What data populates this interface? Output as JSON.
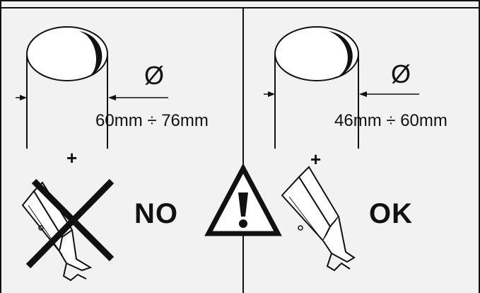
{
  "left_panel": {
    "diameter_symbol": "Ø",
    "range_text": "60mm ÷  76mm",
    "plus_symbol": "+",
    "verdict": "NO"
  },
  "right_panel": {
    "diameter_symbol": "Ø",
    "range_text": "46mm ÷  60mm",
    "plus_symbol": "+",
    "verdict": "OK"
  },
  "colors": {
    "background": "#f2f2f2",
    "line": "#111111",
    "warning_fill": "#ffffff"
  },
  "icons": [
    "pole-icon",
    "dimension-arrow-icon",
    "bracket-icon",
    "cross-out-icon",
    "warning-triangle-icon"
  ]
}
